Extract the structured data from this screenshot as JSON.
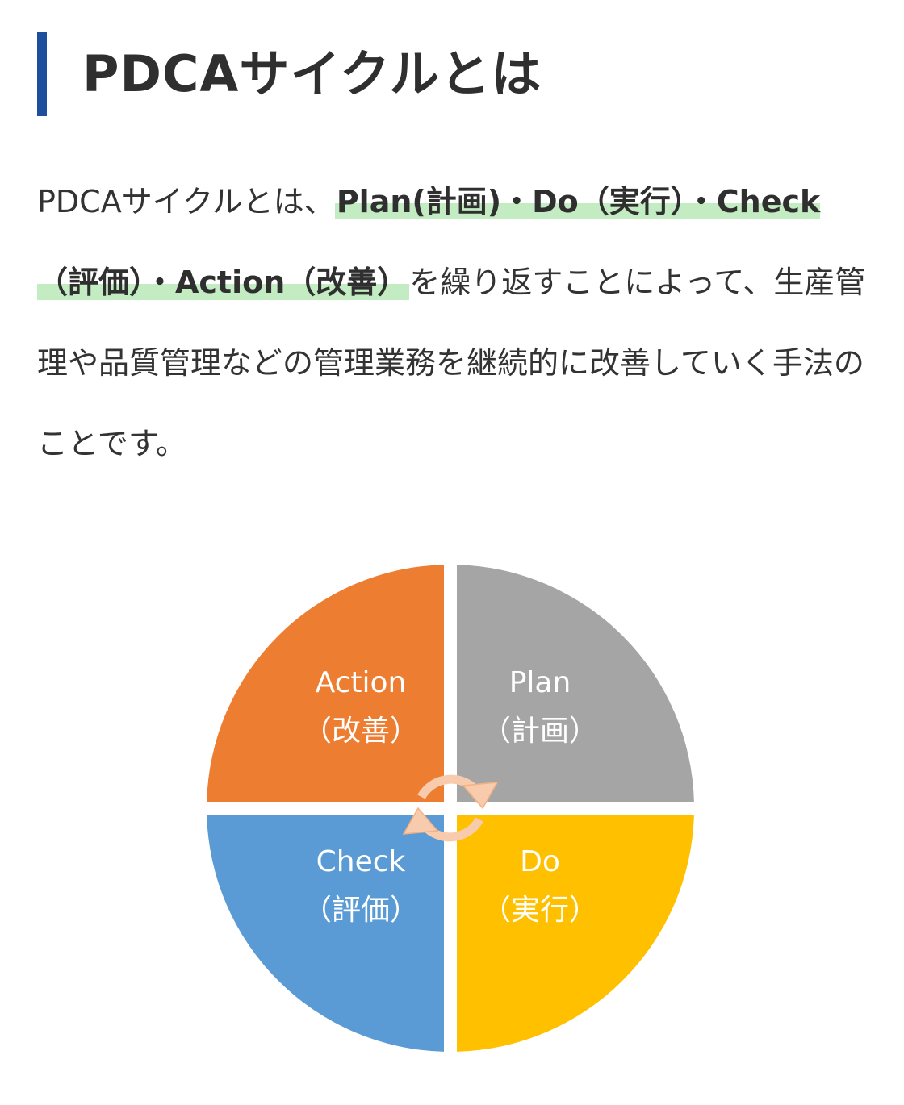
{
  "heading": {
    "title": "PDCAサイクルとは",
    "accent_color": "#1d4f9c"
  },
  "paragraph": {
    "intro": "PDCAサイクルとは、",
    "highlight": "Plan(計画)・Do（実行）・Check（評価）・Action（改善）",
    "rest": "を繰り返すことによって、生産管理や品質管理などの管理業務を継続的に改善していく手法のことです。",
    "highlight_color": "#c3ecc3"
  },
  "diagram": {
    "quadrants": [
      {
        "key": "plan",
        "title": "Plan",
        "subtitle": "（計画）",
        "color": "#a5a5a5",
        "position": "top-right"
      },
      {
        "key": "do",
        "title": "Do",
        "subtitle": "（実行）",
        "color": "#ffc000",
        "position": "bottom-right"
      },
      {
        "key": "check",
        "title": "Check",
        "subtitle": "（評価）",
        "color": "#5b9bd5",
        "position": "bottom-left"
      },
      {
        "key": "action",
        "title": "Action",
        "subtitle": "（改善）",
        "color": "#ed7d31",
        "position": "top-left"
      }
    ],
    "cycle_arrow_color": "#f8cbad",
    "cycle_arrow_stroke": "#f4b183"
  }
}
